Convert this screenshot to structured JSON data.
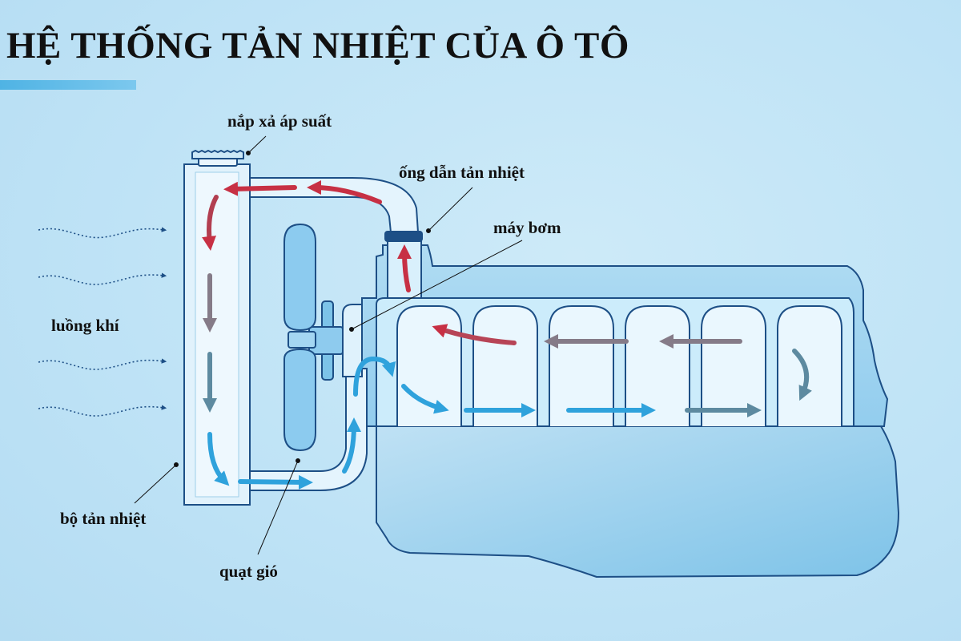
{
  "title": "HỆ THỐNG TẢN NHIỆT CỦA Ô TÔ",
  "labels": {
    "pressure_cap": "nắp xả áp suất",
    "radiator_hose": "ống dẫn tản nhiệt",
    "water_pump": "máy bơm",
    "airflow": "luồng khí",
    "radiator": "bộ tản nhiệt",
    "fan": "quạt gió"
  },
  "colors": {
    "hot": "#c73044",
    "warm": "#857b88",
    "cooling": "#5d8aa0",
    "cool": "#2fa2dc",
    "outline": "#1d4f86"
  }
}
